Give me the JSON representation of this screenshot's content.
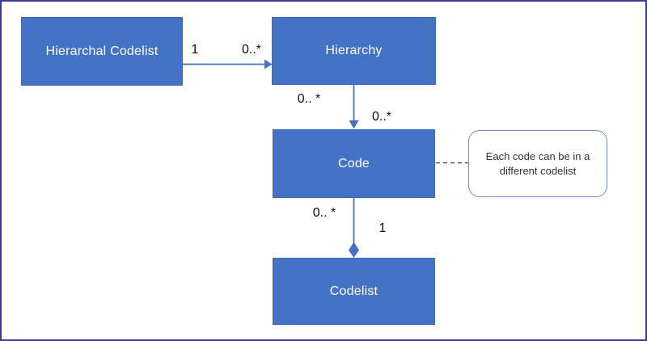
{
  "diagram": {
    "title": null,
    "nodes": [
      {
        "id": "hierarchal-codelist",
        "label": "Hierarchal Codelist"
      },
      {
        "id": "hierarchy",
        "label": "Hierarchy"
      },
      {
        "id": "code",
        "label": "Code"
      },
      {
        "id": "codelist",
        "label": "Codelist"
      }
    ],
    "edges": [
      {
        "from": "Hierarchal Codelist",
        "to": "Hierarchy",
        "type": "directed-arrow",
        "source_label": "1",
        "target_label": "0..*"
      },
      {
        "from": "Hierarchy",
        "to": "Code",
        "type": "directed-arrow",
        "source_label": "0.. *",
        "target_label": "0..*"
      },
      {
        "from": "Code",
        "to": "Codelist",
        "type": "aggregation-diamond",
        "source_label": "0.. *",
        "target_label": "1"
      }
    ],
    "callout": {
      "attached_to": "Code",
      "line1": "Each code can be in a",
      "line2": "different codelist"
    },
    "colors": {
      "node_fill": "#4472C4",
      "node_border": "#3C68B8",
      "node_text": "#FFFFFF",
      "connector": "#4472C4",
      "dashed_connector": "#595959",
      "callout_border": "#6C8EC5",
      "callout_text": "#333333",
      "multiplicity_text": "#0D0D0D",
      "frame_border": "#3B3B99",
      "background": "#FFFFFF"
    }
  }
}
